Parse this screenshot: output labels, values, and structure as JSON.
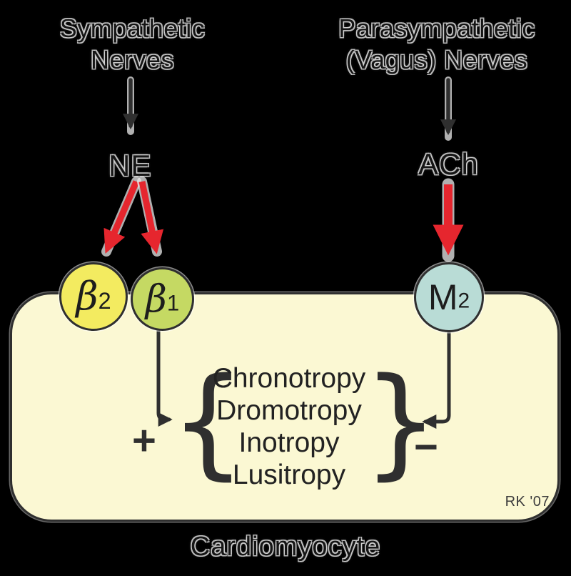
{
  "diagram": {
    "sympathetic": {
      "label": "Sympathetic\nNerves",
      "transmitter": "NE"
    },
    "parasympathetic": {
      "label": "Parasympathetic\n(Vagus) Nerves",
      "transmitter": "ACh"
    },
    "receptors": {
      "beta2": {
        "base": "β",
        "sub": "2",
        "fill": "#f3eb60"
      },
      "beta1": {
        "base": "β",
        "sub": "1",
        "fill": "#c5d963"
      },
      "m2": {
        "base": "M",
        "sub": "2",
        "fill": "#b9dcd6"
      }
    },
    "cell": {
      "effects": [
        "Chronotropy",
        "Dromotropy",
        "Inotropy",
        "Lusitropy"
      ],
      "brace_left": "{",
      "brace_right": "}",
      "plus_sign": "+",
      "minus_sign": "−",
      "credit": "RK '07",
      "label": "Cardiomyocyte",
      "fill": "#fbf8d3"
    },
    "colors": {
      "stimulatory_arrow": "#e6262e",
      "line": "#2f2f2f",
      "background": "#000000"
    }
  }
}
